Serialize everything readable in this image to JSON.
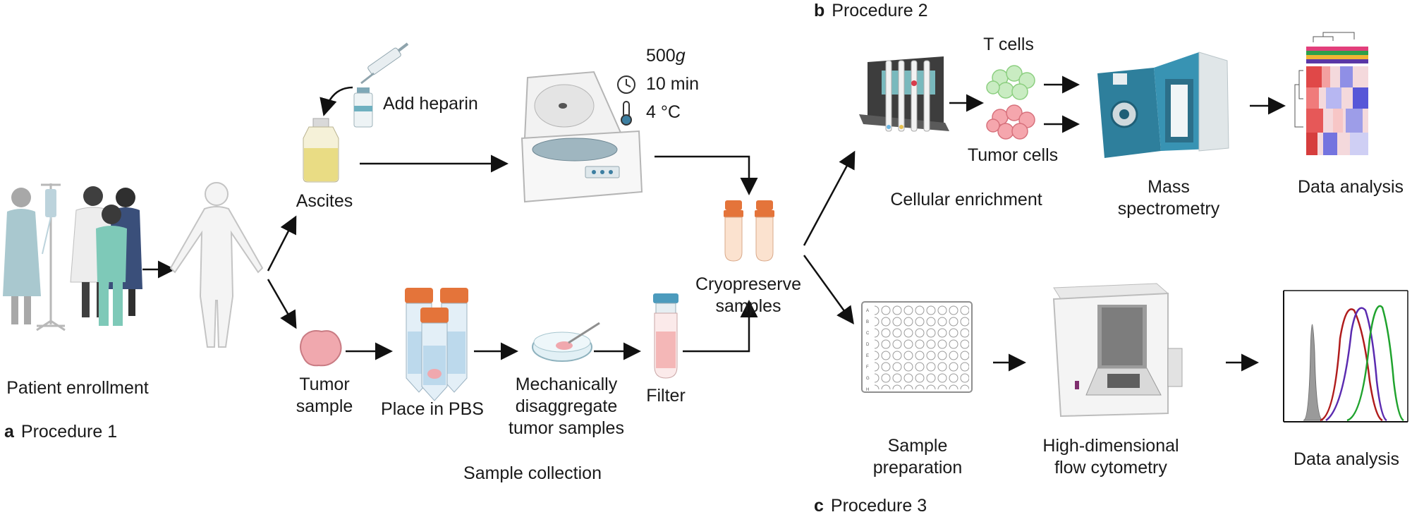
{
  "panels": {
    "a": {
      "letter": "a",
      "title": "Procedure 1"
    },
    "b": {
      "letter": "b",
      "title": "Procedure 2"
    },
    "c": {
      "letter": "c",
      "title": "Procedure 3"
    }
  },
  "procedure1": {
    "patient_enrollment": "Patient enrollment",
    "ascites": "Ascites",
    "add_heparin": "Add heparin",
    "centrifuge": {
      "force_value": "500",
      "force_unit": "g",
      "time": "10 min",
      "temperature": "4 °C"
    },
    "tumor_sample_line1": "Tumor",
    "tumor_sample_line2": "sample",
    "place_in_pbs": "Place in PBS",
    "disaggregate_line1": "Mechanically",
    "disaggregate_line2": "disaggregate",
    "disaggregate_line3": "tumor samples",
    "filter": "Filter",
    "cryopreserve_line1": "Cryopreserve",
    "cryopreserve_line2": "samples",
    "sample_collection": "Sample collection"
  },
  "procedure2": {
    "t_cells": "T cells",
    "tumor_cells": "Tumor cells",
    "cellular_enrichment": "Cellular enrichment",
    "mass_spec_line1": "Mass",
    "mass_spec_line2": "spectrometry",
    "data_analysis": "Data analysis"
  },
  "procedure3": {
    "sample_prep_line1": "Sample",
    "sample_prep_line2": "preparation",
    "flow_line1": "High-dimensional",
    "flow_line2": "flow cytometry",
    "data_analysis": "Data analysis",
    "plate_rows": [
      "A",
      "B",
      "C",
      "D",
      "E",
      "F",
      "G",
      "H"
    ]
  },
  "colors": {
    "arrow": "#111111",
    "tube_cap": "#e4743a",
    "ascites_fluid": "#e9dc84",
    "tissue": "#f0a8ae",
    "instrument_blue": "#2e7f9c",
    "histogram_gray": "#9a9a9a",
    "histogram_red": "#b01c1c",
    "histogram_purple": "#5b2bb0",
    "histogram_green": "#20a32e"
  }
}
